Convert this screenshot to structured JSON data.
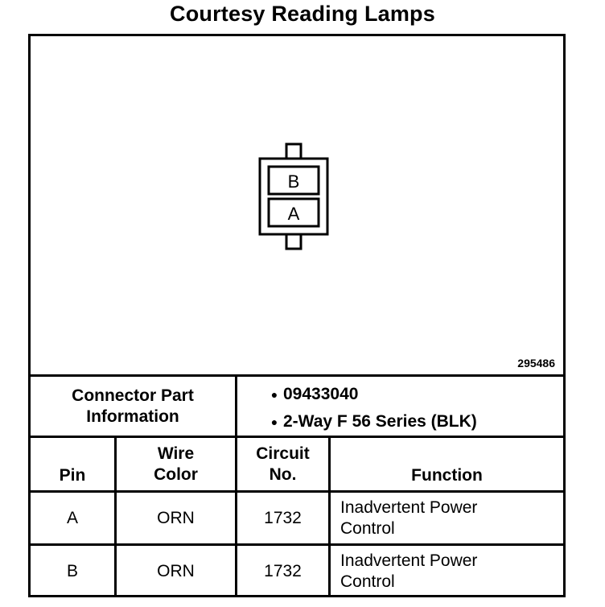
{
  "title": "Courtesy Reading Lamps",
  "figure_number": "295486",
  "connector": {
    "pins": [
      "B",
      "A"
    ]
  },
  "part_info": {
    "label_line1": "Connector Part",
    "label_line2": "Information",
    "items": [
      "09433040",
      "2-Way F 56 Series (BLK)"
    ]
  },
  "table": {
    "headers": {
      "pin": "Pin",
      "wire_color_line1": "Wire",
      "wire_color_line2": "Color",
      "circuit_line1": "Circuit",
      "circuit_line2": "No.",
      "function": "Function"
    },
    "rows": [
      {
        "pin": "A",
        "wire_color": "ORN",
        "circuit": "1732",
        "function_line1": "Inadvertent Power",
        "function_line2": "Control"
      },
      {
        "pin": "B",
        "wire_color": "ORN",
        "circuit": "1732",
        "function_line1": "Inadvertent Power",
        "function_line2": "Control"
      }
    ]
  }
}
